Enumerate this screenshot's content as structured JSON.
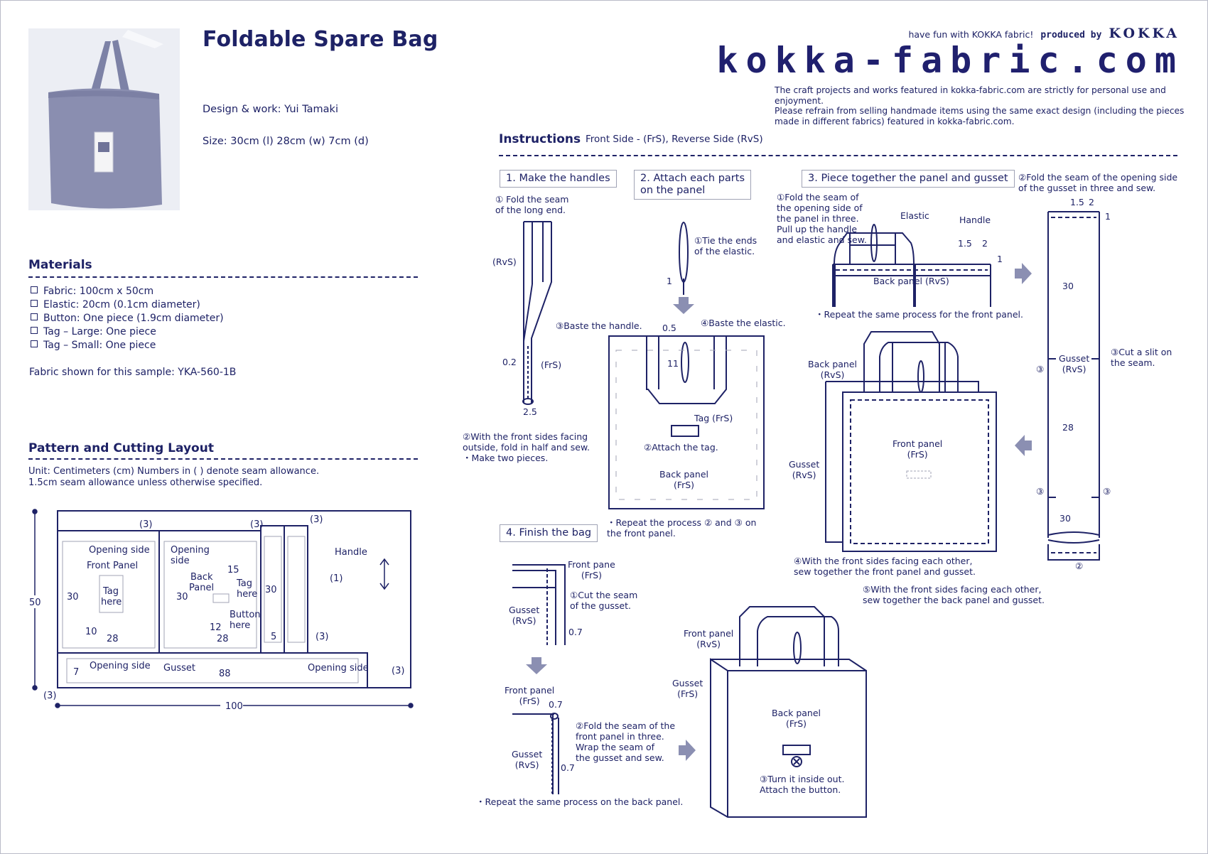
{
  "header": {
    "tagline": "have fun with KOKKA fabric!",
    "produced_by": "produced by",
    "brand": "KOKKA",
    "logo": "kokka-fabric.com",
    "disclaimer": [
      "The craft projects and works featured in kokka-fabric.com are strictly for personal use and enjoyment.",
      "Please refrain from selling handmade items using the same exact design (including the pieces",
      "made in different fabrics) featured in kokka-fabric.com."
    ]
  },
  "project": {
    "title": "Foldable Spare Bag",
    "design": "Design & work: Yui Tamaki",
    "size": "Size: 30cm (l)  28cm (w)  7cm (d)",
    "photo_alt": "tote-bag-photo"
  },
  "materials": {
    "title": "Materials",
    "items": [
      "Fabric: 100cm x 50cm",
      "Elastic: 20cm (0.1cm diameter)",
      "Button: One piece (1.9cm diameter)",
      "Tag – Large: One piece",
      "Tag – Small: One piece"
    ],
    "fabric_note": "Fabric shown for this sample: YKA-560-1B"
  },
  "layout": {
    "title": "Pattern and Cutting Layout",
    "unit_note": "Unit: Centimeters (cm)   Numbers in (     ) denote seam allowance.",
    "seam_note": "1.5cm seam allowance unless otherwise specified.",
    "dim_height": "50",
    "dim_width": "100",
    "front_panel": {
      "name": "Front Panel",
      "opening": "Opening side",
      "tag": [
        "Tag",
        "here"
      ],
      "h": "30",
      "w": "28",
      "tag_offset": "10",
      "seam": "(3)"
    },
    "back_panel": {
      "name": [
        "Back",
        "Panel"
      ],
      "opening": [
        "Opening",
        "side"
      ],
      "tag": [
        "Tag",
        "here"
      ],
      "button": [
        "Button",
        "here"
      ],
      "h": "30",
      "w": "28",
      "tag_top": "15",
      "button_offset": "12",
      "seam": "(3)"
    },
    "handle": {
      "name": "Handle",
      "h": "30",
      "w": "5",
      "seam_top": "(3)",
      "seam_side": "(1)",
      "seam_bottom": "(3)"
    },
    "gusset": {
      "name": "Gusset",
      "opening_left": "Opening side",
      "opening_right": "Opening side",
      "w": "88",
      "h": "7",
      "seam_right": "(3)",
      "seam_left": "(3)"
    }
  },
  "instructions": {
    "title": "Instructions",
    "legend": "Front Side - (FrS), Reverse Side (RvS)",
    "steps": [
      {
        "title": "1. Make the handles",
        "notes": {
          "s1": [
            "① Fold the seam",
            "of the long end."
          ],
          "rvs": "(RvS)",
          "frs": "(FrS)",
          "d1": "0.2",
          "d2": "2.5",
          "s2": [
            "②With the front sides facing",
            "outside, fold in half and sew.",
            "・Make two pieces."
          ]
        }
      },
      {
        "title": [
          "2. Attach each parts",
          "on the panel"
        ],
        "notes": {
          "s1": [
            "①Tie the ends",
            "of the elastic."
          ],
          "d_knot": "1",
          "s3": "③Baste the handle.",
          "s4": "④Baste the elastic.",
          "d05": "0.5",
          "d11": "11",
          "tag": "Tag (FrS)",
          "s2": "②Attach the tag.",
          "panel": [
            "Back panel",
            "(FrS)"
          ],
          "repeat": [
            "・Repeat the process ② and ③ on",
            "the front panel."
          ]
        }
      },
      {
        "title": "3. Piece together the panel and gusset",
        "notes": {
          "s1": [
            "①Fold the seam of",
            "the opening side of",
            "the panel in three.",
            "Pull up the handle",
            "and elastic and sew."
          ],
          "elastic": "Elastic",
          "handle": "Handle",
          "d15": "1.5",
          "d2": "2",
          "d1": "1",
          "panel": "Back panel (RvS)",
          "repeat": "・Repeat the same process for the front panel.",
          "s2": [
            "②Fold the seam of the opening side",
            "of the gusset in three and sew."
          ],
          "g30a": "30",
          "g28": "28",
          "g30b": "30",
          "gusset": [
            "Gusset",
            "(RvS)"
          ],
          "s3": [
            "③Cut a slit on",
            "the seam."
          ],
          "c3": "③",
          "c2": "②",
          "back_rvs": [
            "Back panel",
            "(RvS)"
          ],
          "front_frs": [
            "Front panel",
            "(FrS)"
          ],
          "gusset_rvs": [
            "Gusset",
            "(RvS)"
          ],
          "s4": [
            "④With the front sides facing each other,",
            "sew together the front panel and gusset."
          ],
          "s5": [
            "⑤With the front sides facing each other,",
            "sew together the back panel and gusset."
          ]
        }
      },
      {
        "title": "4. Finish the bag",
        "notes": {
          "front_pane": [
            "Front pane",
            "(FrS)"
          ],
          "s1": [
            "①Cut the seam",
            "of the gusset."
          ],
          "gusset_rvs": [
            "Gusset",
            "(RvS)"
          ],
          "d07": "0.7",
          "front_panel": [
            "Front panel",
            "(FrS)"
          ],
          "s2": [
            "②Fold the seam of the",
            "front panel in three.",
            "Wrap the seam of",
            "the gusset and sew."
          ],
          "repeat": "・Repeat the same process on the back panel.",
          "final_front": [
            "Front panel",
            "(RvS)"
          ],
          "final_gusset": [
            "Gusset",
            "(FrS)"
          ],
          "final_back": [
            "Back panel",
            "(FrS)"
          ],
          "s3": [
            "③Turn it inside out.",
            "Attach the button."
          ]
        }
      }
    ]
  },
  "colors": {
    "ink": "#1e2266",
    "arrow": "#8b8fb2",
    "box_border": "#a0a3b5"
  }
}
